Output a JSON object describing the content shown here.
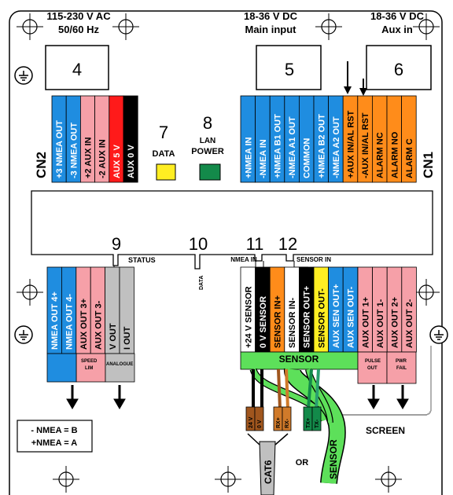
{
  "power_ac": {
    "line1": "115-230 V AC",
    "line2": "50/60 Hz",
    "num": "4"
  },
  "main_input": {
    "line1": "18-36 V DC",
    "line2": "Main input",
    "num": "5"
  },
  "aux_in": {
    "line1": "18-36 V DC",
    "line2": "Aux in",
    "num": "6"
  },
  "cn2": {
    "label": "CN2",
    "terminals": [
      "+3 NMEA OUT",
      "-3 NMEA OUT",
      "+2 AUX IN",
      "-2 AUX IN",
      "AUX 5 V",
      "AUX 0 V"
    ],
    "colors": [
      "#1f8de0",
      "#1f8de0",
      "#f6a0a8",
      "#f6a0a8",
      "#ff1a1a",
      "#000000"
    ]
  },
  "cn1": {
    "label": "CN1",
    "terminals": [
      "+NMEA IN",
      "-NMEA IN",
      "+NMEA B1 OUT",
      "-NMEA A1 OUT",
      "COMMON",
      "+NMEA B2 OUT",
      "-NMEA A2 OUT",
      "+AUX IN/AL RST",
      "-AUX IN/AL RST",
      "ALARM NC",
      "ALARM NO",
      "ALARM C"
    ],
    "colors": [
      "#1f8de0",
      "#1f8de0",
      "#1f8de0",
      "#1f8de0",
      "#1f8de0",
      "#1f8de0",
      "#1f8de0",
      "#ff8c1a",
      "#ff8c1a",
      "#ff8c1a",
      "#ff8c1a",
      "#ff8c1a"
    ]
  },
  "leds": {
    "data": {
      "num": "7",
      "label": "DATA",
      "color": "#ffee22"
    },
    "lan": {
      "num": "8",
      "label1": "LAN",
      "label2": "POWER",
      "color": "#138a4a"
    }
  },
  "ports": {
    "status": {
      "num": "9",
      "label": "STATUS"
    },
    "data": {
      "num": "10",
      "label": "DATA"
    },
    "nmea_in": {
      "num": "11",
      "label": "NMEA IN"
    },
    "sensor_in": {
      "num": "12",
      "label": "SENSOR IN"
    }
  },
  "lower_left": {
    "terminals": [
      "NMEA OUT 4+",
      "NMEA OUT 4-",
      "AUX OUT 3+",
      "AUX OUT 3-",
      "V OUT",
      "I OUT"
    ],
    "colors": [
      "#1f8de0",
      "#1f8de0",
      "#f6a0a8",
      "#f6a0a8",
      "#c0c0c0",
      "#c0c0c0"
    ],
    "group1": {
      "line1": "SPEED",
      "line2": "LIM"
    },
    "group2": "ANALOGUE"
  },
  "sensor_block": {
    "terminals": [
      "+24 V SENSOR",
      "0 V SENSOR",
      "SENSOR IN+",
      "SENSOR IN-",
      "SENSOR OUT+",
      "SENSOR OUT-",
      "AUX SEN OUT+",
      "AUX SEN OUT-"
    ],
    "colors": [
      "#ffffff",
      "#000000",
      "#ff8c1a",
      "#ffffff",
      "#000000",
      "#ffee22",
      "#1f8de0",
      "#1f8de0"
    ],
    "label": "SENSOR",
    "color": "#5de05a"
  },
  "lower_right": {
    "terminals": [
      "AUX OUT 1+",
      "AUX OUT 1-",
      "AUX OUT 2+",
      "AUX OUT 2-"
    ],
    "color": "#f6a0a8",
    "group1": {
      "line1": "PULSE",
      "line2": "OUT"
    },
    "group2": {
      "line1": "PWR",
      "line2": "FAIL"
    }
  },
  "cables": {
    "cat6": "CAT6",
    "or": "OR",
    "sensor": "SENSOR",
    "screen": "SCREEN",
    "cat6_wires": [
      "24 V",
      "0 V",
      "RX+",
      "RX-",
      "TX+",
      "TX-"
    ]
  },
  "legend": {
    "line1": "- NMEA = B",
    "line2": "+NMEA = A"
  }
}
